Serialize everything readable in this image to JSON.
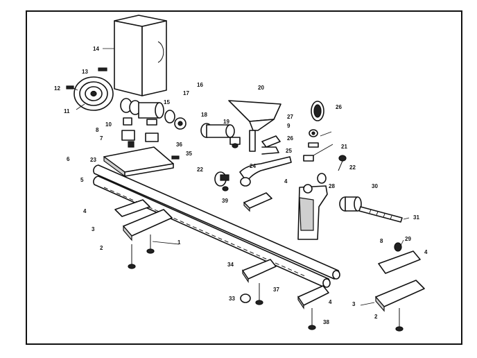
{
  "callouts": [
    "14",
    "13",
    "12",
    "11",
    "15",
    "17",
    "16",
    "20",
    "18",
    "19",
    "27",
    "26",
    "9",
    "10",
    "7",
    "8",
    "6",
    "36",
    "35",
    "21",
    "22",
    "28",
    "25",
    "24",
    "23",
    "5",
    "4",
    "30",
    "39",
    "31",
    "3",
    "2",
    "1",
    "29",
    "34",
    "37",
    "33",
    "38"
  ]
}
